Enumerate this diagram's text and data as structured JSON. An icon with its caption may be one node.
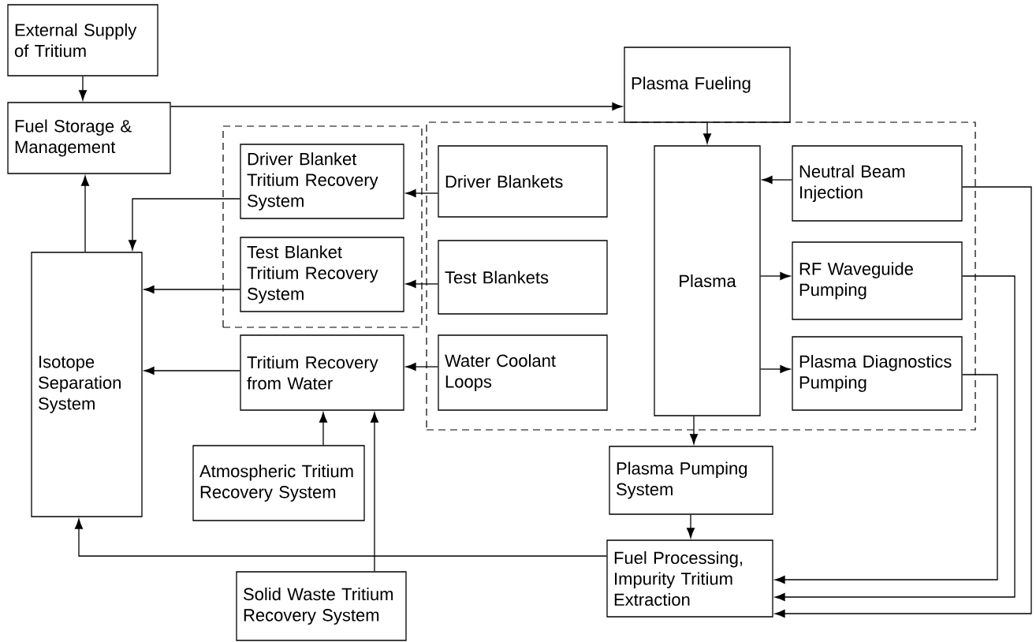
{
  "diagram": {
    "nodes": [
      {
        "text": [
          "External Supply of Tritium"
        ]
      },
      {
        "text": [
          "Fuel Storage & Management"
        ]
      },
      {
        "text": [
          "Plasma Fueling"
        ]
      },
      {
        "text": [],
        "shape": "box"
      },
      {
        "text": [
          "Driver Blanket Tritium Recovery System"
        ],
        "in": 3
      },
      {
        "text": [
          "Test Blanket Tritium Recovery System"
        ],
        "in": 3
      },
      {
        "text": [],
        "shape": "box"
      },
      {
        "text": [
          "Driver Blankets"
        ],
        "in": 6
      },
      {
        "text": [
          "Test Blankets"
        ],
        "in": 6
      },
      {
        "text": [
          "Water Coolant Loops"
        ],
        "in": 6
      },
      {
        "text": [
          "Plasma"
        ],
        "in": 6
      },
      {
        "text": [
          "Neutral Beam Injection"
        ],
        "in": 6
      },
      {
        "text": [
          "RF Waveguide Pumping"
        ],
        "in": 6
      },
      {
        "text": [
          "Plasma Diagnostics Pumping"
        ],
        "in": 6
      },
      {
        "text": [
          "Isotope Separation System"
        ]
      },
      {
        "text": [
          "Tritium Recovery from Water"
        ]
      },
      {
        "text": [
          "Atmospheric Tritium Recovery System"
        ]
      },
      {
        "text": [
          "Plasma Pumping System"
        ]
      },
      {
        "text": [
          "Fuel Processing, Impurity Tritium Extraction"
        ]
      },
      {
        "text": [
          "Solid Waste Tritium Recovery System"
        ]
      }
    ],
    "edges": [
      {
        "from": 0,
        "to": 1,
        "arrow": "to"
      },
      {
        "from": 1,
        "to": 2,
        "arrow": "to"
      },
      {
        "from": 2,
        "to": 10,
        "arrow": "to"
      },
      {
        "from": 11,
        "to": 10,
        "arrow": "to"
      },
      {
        "from": 10,
        "to": 12,
        "arrow": "to"
      },
      {
        "from": 10,
        "to": 13,
        "arrow": "to"
      },
      {
        "from": 10,
        "to": 17,
        "arrow": "to"
      },
      {
        "from": 17,
        "to": 18,
        "arrow": "to"
      },
      {
        "from": 7,
        "to": 4,
        "arrow": "to"
      },
      {
        "from": 8,
        "to": 5,
        "arrow": "to"
      },
      {
        "from": 9,
        "to": 15,
        "arrow": "to"
      },
      {
        "from": 4,
        "to": 14,
        "arrow": "to"
      },
      {
        "from": 5,
        "to": 14,
        "arrow": "to"
      },
      {
        "from": 15,
        "to": 14,
        "arrow": "to"
      },
      {
        "from": 14,
        "to": 1,
        "arrow": "to"
      },
      {
        "from": 16,
        "to": 15,
        "arrow": "to"
      },
      {
        "from": 19,
        "to": 15,
        "arrow": "to"
      },
      {
        "from": 18,
        "to": 14,
        "arrow": "to"
      },
      {
        "from": 13,
        "to": 18,
        "arrow": "to"
      },
      {
        "from": 12,
        "to": 18,
        "arrow": "to"
      },
      {
        "from": 11,
        "to": 18,
        "arrow": "to"
      }
    ]
  }
}
